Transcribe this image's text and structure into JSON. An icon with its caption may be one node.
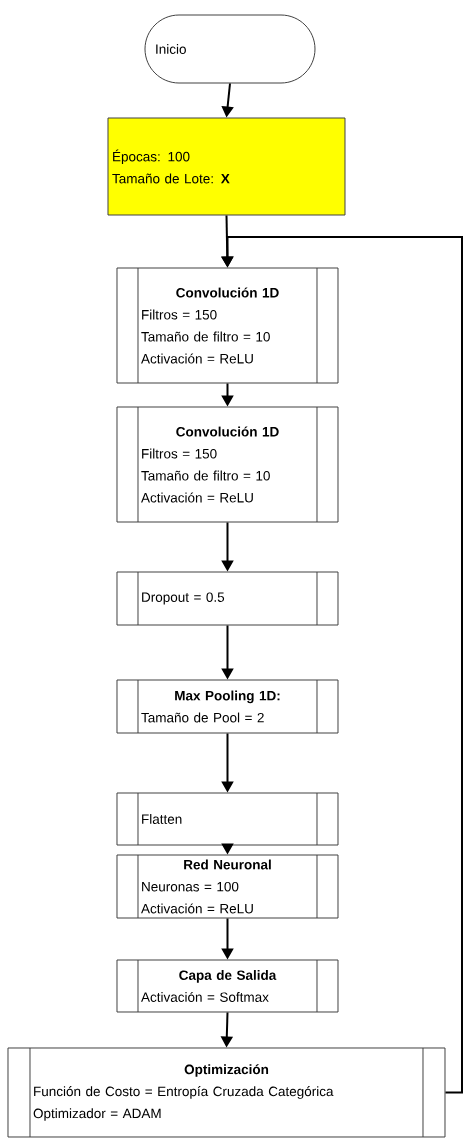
{
  "diagram": {
    "nodes": [
      {
        "text": [
          "Inicio"
        ]
      },
      {
        "text": [
          "Épocas: 100",
          "Tamaño de Lote: **X**"
        ]
      },
      {
        "text": [
          "Convolución 1D",
          "Filtros = 150",
          "Tamaño de filtro = 10",
          "Activación = ReLU"
        ]
      },
      {
        "text": [
          "Convolución 1D",
          "Filtros = 150",
          "Tamaño de filtro = 10",
          "Activación = ReLU"
        ]
      },
      {
        "text": [
          "Dropout = 0.5"
        ]
      },
      {
        "text": [
          "Max Pooling 1D:",
          "Tamaño de Pool = 2"
        ]
      },
      {
        "text": [
          "Flatten"
        ]
      },
      {
        "text": [
          "Red Neuronal",
          "Neuronas = 100",
          "Activación = ReLU"
        ]
      },
      {
        "text": [
          "Capa de Salida",
          "Activación = Softmax"
        ]
      },
      {
        "text": [
          "Optimización",
          "Función de Costo = Entropía Cruzada Categórica",
          "Optimizador = ADAM"
        ]
      }
    ],
    "edges": [
      {
        "from": 0,
        "to": 1,
        "arrow": "to"
      },
      {
        "from": 1,
        "to": 2,
        "arrow": "to"
      },
      {
        "from": 2,
        "to": 3,
        "arrow": "to"
      },
      {
        "from": 3,
        "to": 4,
        "arrow": "to"
      },
      {
        "from": 4,
        "to": 5,
        "arrow": "to"
      },
      {
        "from": 5,
        "to": 6,
        "arrow": "to"
      },
      {
        "from": 6,
        "to": 7,
        "arrow": "to"
      },
      {
        "from": 7,
        "to": 8,
        "arrow": "to"
      },
      {
        "from": 8,
        "to": 9,
        "arrow": "to"
      },
      {
        "from": 9,
        "to": 2,
        "arrow": "to"
      }
    ]
  }
}
